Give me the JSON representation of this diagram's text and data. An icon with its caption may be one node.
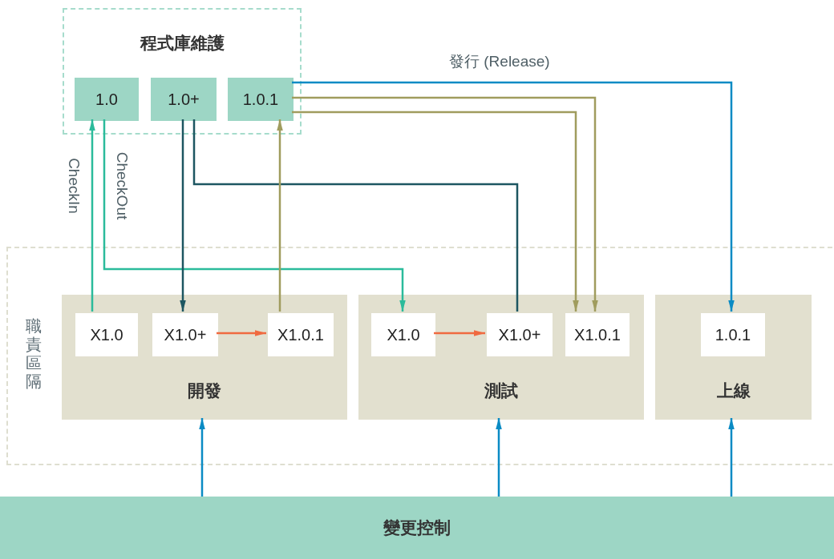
{
  "diagram": {
    "nodes": [
      {
        "text": [
          "程式庫維護"
        ]
      },
      {
        "text": [
          "1.0"
        ],
        "in": 0
      },
      {
        "text": [
          "1.0+"
        ],
        "in": 0
      },
      {
        "text": [
          "1.0.1"
        ],
        "in": 0
      },
      {
        "text": [
          "職責區隔"
        ]
      },
      {
        "text": [
          "開發"
        ],
        "in": 4
      },
      {
        "text": [
          "X1.0"
        ],
        "in": 5
      },
      {
        "text": [
          "X1.0+"
        ],
        "in": 5
      },
      {
        "text": [
          "X1.0.1"
        ],
        "in": 5
      },
      {
        "text": [
          "測試"
        ],
        "in": 4
      },
      {
        "text": [
          "X1.0"
        ],
        "in": 9
      },
      {
        "text": [
          "X1.0+"
        ],
        "in": 9
      },
      {
        "text": [
          "X1.0.1"
        ],
        "in": 9
      },
      {
        "text": [
          "上線"
        ],
        "in": 4
      },
      {
        "text": [
          "1.0.1"
        ],
        "in": 13
      },
      {
        "text": [
          "變更控制"
        ]
      }
    ],
    "edges": [
      {
        "from": 6,
        "to": 1,
        "arrow": "to",
        "label": "CheckIn",
        "color": "#2bbb9b"
      },
      {
        "from": 1,
        "to": 10,
        "arrow": "to",
        "label": "CheckOut",
        "color": "#2bbb9b"
      },
      {
        "from": 2,
        "to": 7,
        "arrow": "to",
        "color": "#1d5661"
      },
      {
        "from": 2,
        "to": 11,
        "arrow": "none",
        "color": "#1d5661"
      },
      {
        "from": 8,
        "to": 3,
        "arrow": "to",
        "color": "#a09c5e"
      },
      {
        "from": 3,
        "to": 12,
        "arrow": "to",
        "color": "#a09c5e"
      },
      {
        "from": 3,
        "to": 12,
        "arrow": "to",
        "color": "#a09c5e"
      },
      {
        "from": 3,
        "to": 14,
        "arrow": "to",
        "label": "發行 (Release)",
        "color": "#0a8bc4"
      },
      {
        "from": 7,
        "to": 8,
        "arrow": "to",
        "color": "#f06a40"
      },
      {
        "from": 10,
        "to": 11,
        "arrow": "to",
        "color": "#f06a40"
      },
      {
        "from": 15,
        "to": 5,
        "arrow": "to",
        "color": "#0a8bc4"
      },
      {
        "from": 15,
        "to": 9,
        "arrow": "to",
        "color": "#0a8bc4"
      },
      {
        "from": 15,
        "to": 13,
        "arrow": "to",
        "color": "#0a8bc4"
      }
    ]
  }
}
